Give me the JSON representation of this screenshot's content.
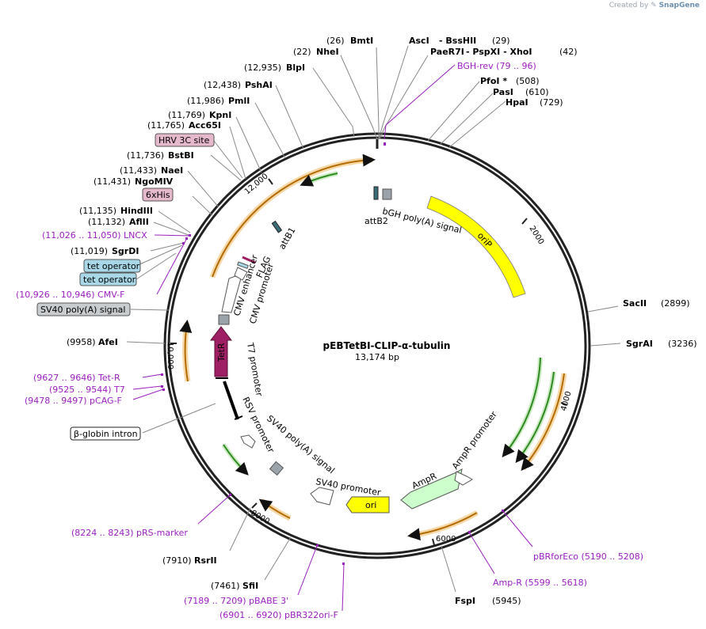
{
  "header": {
    "credit": "Created by",
    "brand": "SnapGene"
  },
  "plasmid": {
    "name": "pEBTetBI-CLIP-α-tubulin",
    "length": "13,174 bp"
  },
  "ticks": [
    "2000",
    "4000",
    "6000",
    "8000",
    "10,000",
    "12,000"
  ],
  "sites_top": [
    {
      "num": "(26)",
      "name": "BmtI"
    },
    {
      "num": "(22)",
      "name": "NheI"
    },
    {
      "name": "AscI",
      "sep": "- BssHII",
      "num": "(29)"
    },
    {
      "name": "PaeR7I",
      "sep": "- PspXI - XhoI",
      "num": "(42)"
    },
    {
      "name": "PfoI *",
      "num": "(508)"
    },
    {
      "name": "PasI",
      "num": "(610)"
    },
    {
      "name": "HpaI",
      "num": "(729)"
    }
  ],
  "sites_left": [
    {
      "num": "(12,935)",
      "name": "BlpI"
    },
    {
      "num": "(12,438)",
      "name": "PshAI"
    },
    {
      "num": "(11,986)",
      "name": "PmlI"
    },
    {
      "num": "(11,769)",
      "name": "KpnI"
    },
    {
      "num": "(11,765)",
      "name": "Acc65I"
    },
    {
      "num": "(11,736)",
      "name": "BstBI"
    },
    {
      "num": "(11,433)",
      "name": "NaeI"
    },
    {
      "num": "(11,431)",
      "name": "NgoMIV"
    },
    {
      "num": "(11,135)",
      "name": "HindIII"
    },
    {
      "num": "(11,132)",
      "name": "AflII"
    },
    {
      "num": "(11,019)",
      "name": "SgrDI"
    },
    {
      "num": "(9958)",
      "name": "AfeI"
    },
    {
      "num": "(7910)",
      "name": "RsrII"
    },
    {
      "num": "(7461)",
      "name": "SfiI"
    }
  ],
  "sites_right": [
    {
      "name": "SacII",
      "num": "(2899)"
    },
    {
      "name": "SgrAI",
      "num": "(3236)"
    },
    {
      "name": "FspI",
      "num": "(5945)"
    }
  ],
  "primers": {
    "bgh_rev": "BGH-rev   (79 .. 96)",
    "lncx": "(11,026 .. 11,050)  LNCX",
    "cmv_f": "(10,926 .. 10,946)  CMV-F",
    "tet_r": "(9627 .. 9646)  Tet-R",
    "t7": "(9525 .. 9544)  T7",
    "pcag_f": "(9478 .. 9497)  pCAG-F",
    "prs_marker": "(8224 .. 8243)  pRS-marker",
    "pbabe": "(7189 .. 7209)  pBABE 3'",
    "pbr322": "(6901 .. 6920)  pBR322ori-F",
    "pbrforeco": "pBRforEco    (5190 .. 5208)",
    "amp_r": "Amp-R    (5599 .. 5618)"
  },
  "feature_boxes": {
    "hrv": "HRV 3C site",
    "his": "6xHis",
    "tet1": "tet operator",
    "tet2": "tet operator",
    "sv40box": "SV40 poly(A) signal",
    "bglobin": "β-globin intron"
  },
  "features": {
    "attb1": "attB1",
    "attb2": "attB2",
    "bgh": "bGH poly(A) signal",
    "orip": "oriP",
    "ampr": "AmpR",
    "ampr_prom": "AmpR promoter",
    "ori": "ori",
    "sv40_prom": "SV40 promoter",
    "sv40_polya": "SV40 poly(A) signal",
    "rsv": "RSV promoter",
    "t7prom": "T7 promoter",
    "tetr": "TetR",
    "cmv_enh": "CMV enhancer",
    "cmv_prom": "CMV promoter",
    "flag": "FLAG"
  },
  "colors": {
    "orip": "#ffff00",
    "ampr": "#ccffcc",
    "tetr": "#9e1f63",
    "orange": "#e68a00",
    "green": "#2d8a1f",
    "primer": "#9a1fbf",
    "tet_operator": "#a8d8e8",
    "pink_box": "#e5b8cc"
  }
}
